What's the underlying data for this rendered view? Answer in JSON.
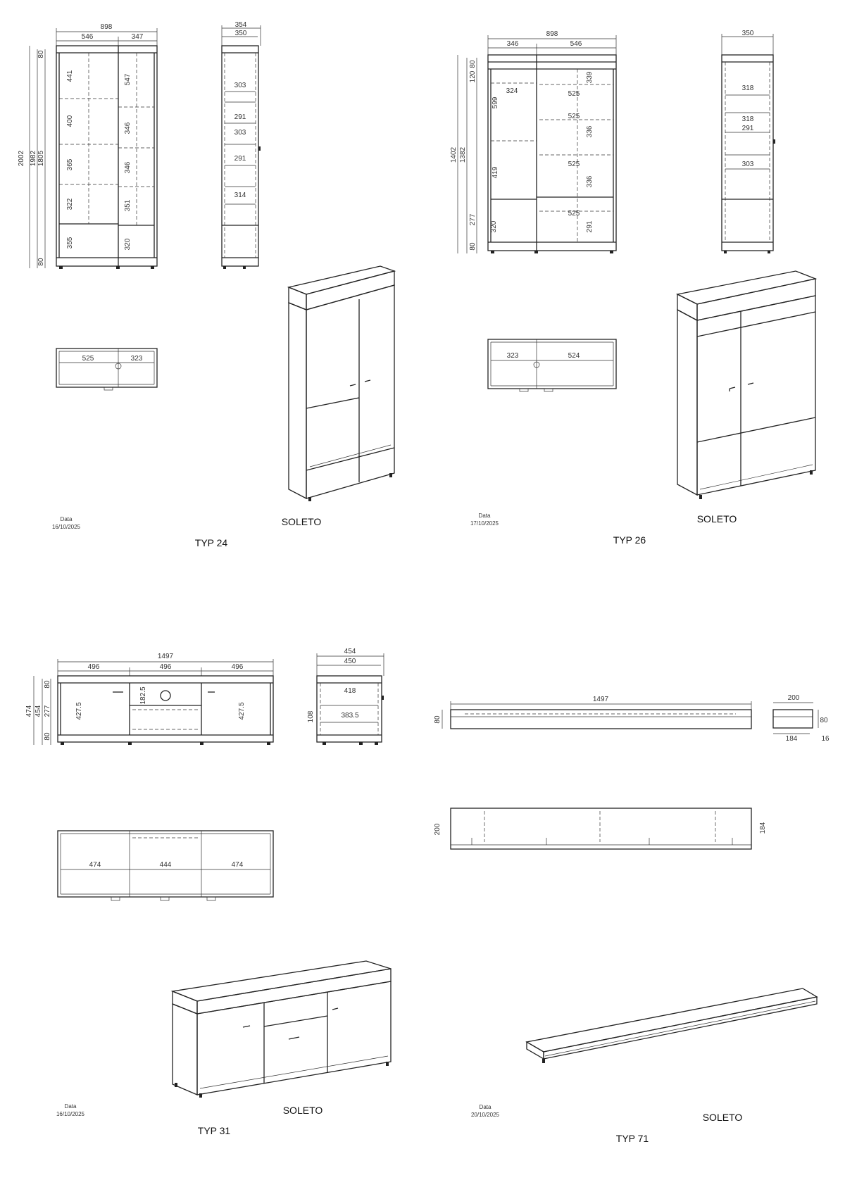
{
  "typ24": {
    "front_width": "898",
    "front_left": "546",
    "front_right": "347",
    "h_total": "2002",
    "h_inner": "1982",
    "h_mid": "1805",
    "top_h": "80",
    "bottom_h": "80",
    "left_shelves": [
      "441",
      "400",
      "365",
      "322",
      "355"
    ],
    "right_shelves": [
      "547",
      "346",
      "346",
      "351",
      "320"
    ],
    "side_outer": "354",
    "side_inner": "350",
    "side_shelves": [
      "303",
      "291",
      "303",
      "291",
      "314"
    ],
    "plan_left": "525",
    "plan_right": "323",
    "date_label": "Data",
    "date": "16/10/2025",
    "brand": "SOLETO",
    "type": "TYP 24"
  },
  "typ26": {
    "front_width": "898",
    "front_left": "346",
    "front_right": "546",
    "h_total": "1402",
    "h_inner": "1382",
    "left_dims": [
      "80",
      "120",
      "599",
      "419",
      "277",
      "80"
    ],
    "left_inner": [
      "324",
      "320"
    ],
    "right_depths": [
      "525",
      "525",
      "525",
      "525"
    ],
    "right_heights": [
      "339",
      "336",
      "336",
      "291"
    ],
    "side_width": "350",
    "side_shelves": [
      "318",
      "318",
      "291",
      "303"
    ],
    "plan_left": "323",
    "plan_right": "524",
    "date_label": "Data",
    "date": "17/10/2025",
    "brand": "SOLETO",
    "type": "TYP 26"
  },
  "typ31": {
    "front_width": "1497",
    "sections": [
      "496",
      "496",
      "496"
    ],
    "h_total": "474",
    "h_inner": "454",
    "left_dims": [
      "80",
      "277",
      "80"
    ],
    "door_h": "427.5",
    "drawer_h": "182.5",
    "side_outer": "454",
    "side_inner": "450",
    "side_shelves": [
      "418",
      "383.5"
    ],
    "side_h": "108",
    "plan": [
      "474",
      "444",
      "474"
    ],
    "date_label": "Data",
    "date": "16/10/2025",
    "brand": "SOLETO",
    "type": "TYP 31"
  },
  "typ71": {
    "front_width": "1497",
    "front_h": "80",
    "side_top": "200",
    "side_h": "80",
    "side_bottom": "184",
    "side_right": "16",
    "plan_left": "200",
    "plan_right": "184",
    "date_label": "Data",
    "date": "20/10/2025",
    "brand": "SOLETO",
    "type": "TYP 71"
  }
}
